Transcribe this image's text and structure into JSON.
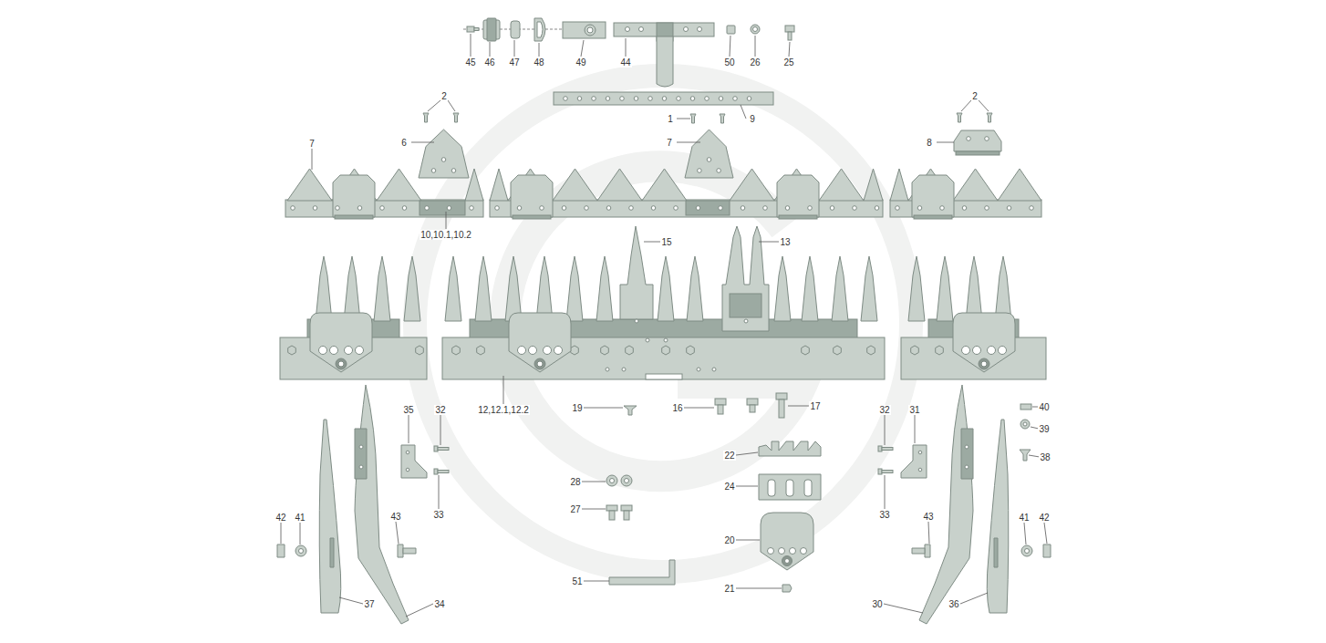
{
  "diagram": {
    "labels": [
      "45",
      "46",
      "47",
      "48",
      "49",
      "44",
      "50",
      "26",
      "25",
      "2",
      "2",
      "1",
      "9",
      "7",
      "6",
      "7",
      "8",
      "10,10.1,10.2",
      "15",
      "13",
      "35",
      "32",
      "12,12.1,12.2",
      "19",
      "16",
      "17",
      "32",
      "31",
      "40",
      "39",
      "38",
      "22",
      "28",
      "24",
      "27",
      "33",
      "33",
      "42",
      "41",
      "43",
      "43",
      "41",
      "42",
      "20",
      "51",
      "21",
      "37",
      "34",
      "30",
      "36"
    ]
  }
}
